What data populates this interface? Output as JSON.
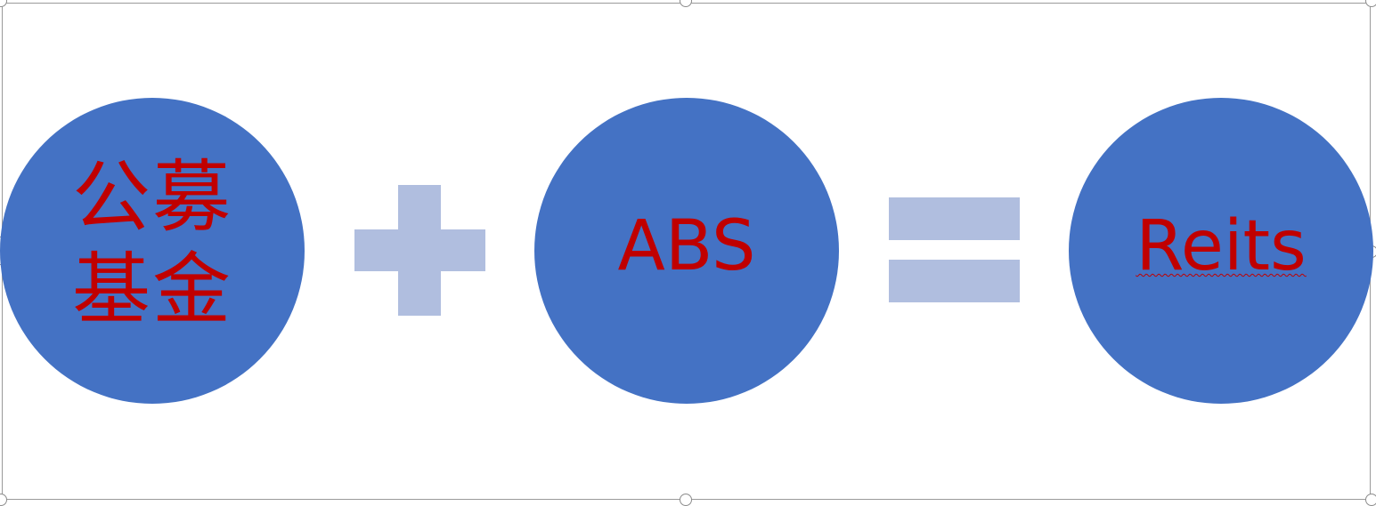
{
  "colors": {
    "circle": "#4472c4",
    "text": "#c00000",
    "operator": "#b0bedf",
    "frame": "#9a9a9a"
  },
  "diagram": {
    "term1": {
      "label": "公募基金"
    },
    "operator1": {
      "symbol": "plus-icon"
    },
    "term2": {
      "label": "ABS"
    },
    "operator2": {
      "symbol": "equals-icon"
    },
    "result": {
      "label": "Reits"
    }
  }
}
